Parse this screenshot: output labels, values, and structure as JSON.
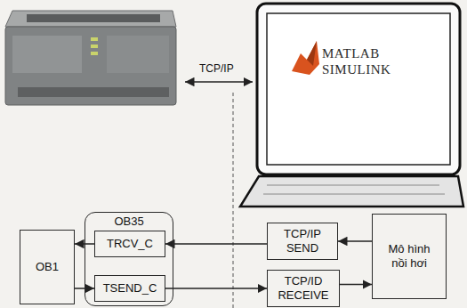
{
  "diagram": {
    "nodes": [
      {
        "text": [
          "MATLAB SIMULINK"
        ]
      },
      {
        "text": [
          "OB1"
        ]
      },
      {
        "text": [
          "OB35"
        ]
      },
      {
        "text": [
          "TRCV_C"
        ],
        "in": 2
      },
      {
        "text": [
          "TSEND_C"
        ],
        "in": 2
      },
      {
        "text": [
          "TCP/IP SEND"
        ]
      },
      {
        "text": [
          "TCP/ID RECEIVE"
        ]
      },
      {
        "text": [
          "Mô hình nồi hơi"
        ]
      }
    ],
    "edges": [
      {
        "from": 7,
        "to": 5,
        "arrow": "to"
      },
      {
        "from": 5,
        "to": 3,
        "arrow": "to"
      },
      {
        "from": 3,
        "to": 1,
        "arrow": "to"
      },
      {
        "from": 1,
        "to": 4,
        "arrow": "to"
      },
      {
        "from": 4,
        "to": 6,
        "arrow": "to"
      },
      {
        "from": 6,
        "to": 7,
        "arrow": "to"
      }
    ],
    "labels": [
      "TCP/IP"
    ]
  }
}
